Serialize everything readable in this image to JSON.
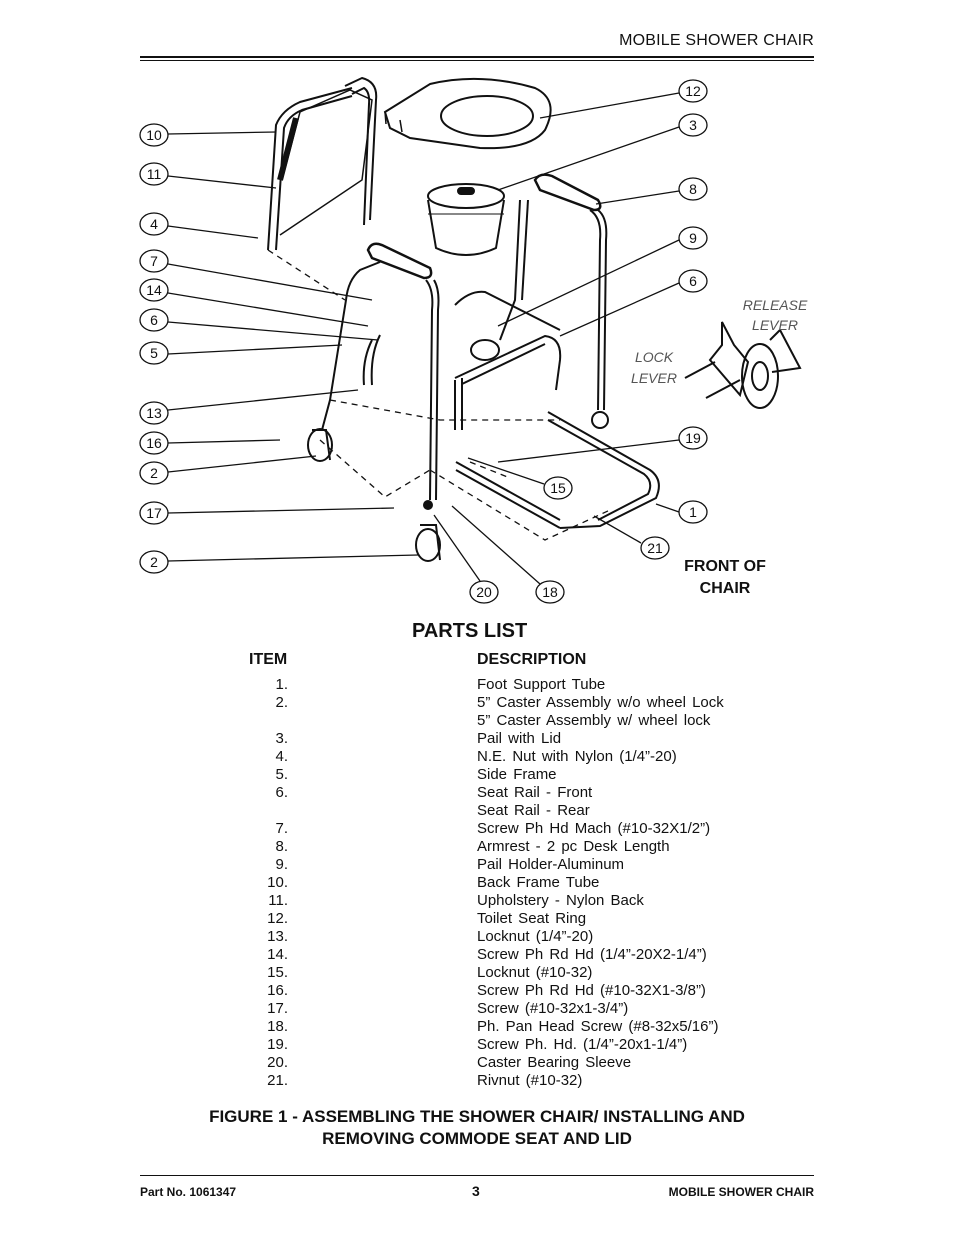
{
  "header": {
    "title": "MOBILE SHOWER CHAIR"
  },
  "figure": {
    "callouts_left": [
      "10",
      "11",
      "4",
      "7",
      "14",
      "6",
      "5",
      "13",
      "16",
      "2",
      "17",
      "2"
    ],
    "callouts_right": [
      "12",
      "3",
      "8",
      "9",
      "6",
      "19",
      "1",
      "21"
    ],
    "callouts_bottom": [
      "15",
      "20",
      "18"
    ],
    "release_lever": [
      "RELEASE",
      "LEVER"
    ],
    "lock_lever": [
      "LOCK",
      "LEVER"
    ],
    "front_label": [
      "FRONT OF",
      "CHAIR"
    ]
  },
  "parts": {
    "title": "PARTS LIST",
    "col_item": "ITEM",
    "col_desc": "DESCRIPTION",
    "rows": [
      {
        "num": "1.",
        "desc": "Foot Support Tube"
      },
      {
        "num": "2.",
        "desc": "5” Caster Assembly w/o wheel Lock"
      },
      {
        "num": "",
        "desc": "5” Caster Assembly w/ wheel lock"
      },
      {
        "num": "3.",
        "desc": "Pail with Lid"
      },
      {
        "num": "4.",
        "desc": "N.E. Nut with Nylon (1/4”-20)"
      },
      {
        "num": "5.",
        "desc": "Side Frame"
      },
      {
        "num": "6.",
        "desc": "Seat Rail - Front"
      },
      {
        "num": "",
        "desc": "Seat Rail - Rear"
      },
      {
        "num": "7.",
        "desc": "Screw Ph Hd Mach (#10-32X1/2”)"
      },
      {
        "num": "8.",
        "desc": "Armrest - 2 pc Desk Length"
      },
      {
        "num": "9.",
        "desc": "Pail Holder-Aluminum"
      },
      {
        "num": "10.",
        "desc": "Back Frame Tube"
      },
      {
        "num": "11.",
        "desc": "Upholstery - Nylon Back"
      },
      {
        "num": "12.",
        "desc": "Toilet Seat Ring"
      },
      {
        "num": "13.",
        "desc": "Locknut (1/4”-20)"
      },
      {
        "num": "14.",
        "desc": "Screw Ph Rd Hd (1/4”-20X2-1/4”)"
      },
      {
        "num": "15.",
        "desc": "Locknut (#10-32)"
      },
      {
        "num": "16.",
        "desc": "Screw Ph Rd Hd (#10-32X1-3/8”)"
      },
      {
        "num": "17.",
        "desc": "Screw (#10-32x1-3/4”)"
      },
      {
        "num": "18.",
        "desc": "Ph. Pan Head Screw (#8-32x5/16”)"
      },
      {
        "num": "19.",
        "desc": "Screw Ph. Hd. (1/4”-20x1-1/4”)"
      },
      {
        "num": "20.",
        "desc": "Caster Bearing Sleeve"
      },
      {
        "num": "21.",
        "desc": "Rivnut (#10-32)"
      }
    ]
  },
  "caption": {
    "line1": "FIGURE 1 - ASSEMBLING THE SHOWER CHAIR/ INSTALLING AND",
    "line2": "REMOVING COMMODE SEAT AND LID"
  },
  "footer": {
    "part_no": "Part No. 1061347",
    "page": "3",
    "title": "MOBILE SHOWER CHAIR"
  }
}
